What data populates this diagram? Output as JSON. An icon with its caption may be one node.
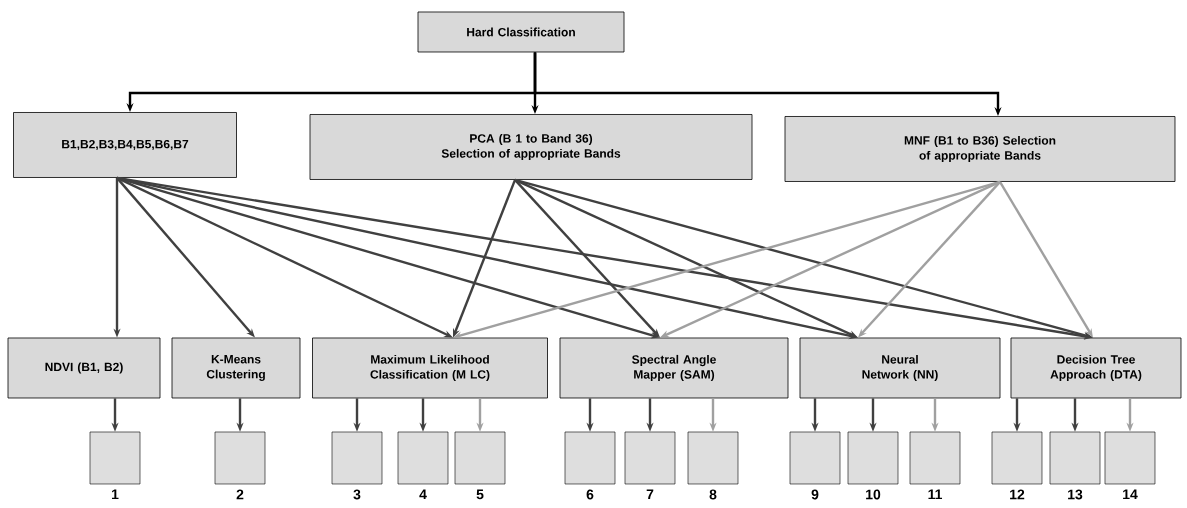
{
  "diagram": {
    "nodes": [
      {
        "text": [
          "Hard Classification"
        ]
      },
      {
        "text": [
          "B1,B2,B3,B4,B5,B6,B7"
        ]
      },
      {
        "text": [
          "PCA (B 1 to Band 36) Selection  of appropriate  Bands"
        ]
      },
      {
        "text": [
          "MNF (B1 to B36) Selection of  appropriate  Bands"
        ]
      },
      {
        "text": [
          "NDVI (B1, B2)"
        ]
      },
      {
        "text": [
          "K-Means Clustering"
        ]
      },
      {
        "text": [
          "Maximum Likelihood Classification (M LC)"
        ]
      },
      {
        "text": [
          "Spectral Angle Mapper (SAM)"
        ]
      },
      {
        "text": [
          "Neural Network (NN)"
        ]
      },
      {
        "text": [
          "Decision Tree Approach (DTA)"
        ]
      },
      {
        "text": [],
        "shape": "box",
        "beside": [
          "1"
        ]
      },
      {
        "text": [],
        "shape": "box",
        "beside": [
          "2"
        ]
      },
      {
        "text": [],
        "shape": "box",
        "beside": [
          "3"
        ]
      },
      {
        "text": [],
        "shape": "box",
        "beside": [
          "4"
        ]
      },
      {
        "text": [],
        "shape": "box",
        "beside": [
          "5"
        ]
      },
      {
        "text": [],
        "shape": "box",
        "beside": [
          "6"
        ]
      },
      {
        "text": [],
        "shape": "box",
        "beside": [
          "7"
        ]
      },
      {
        "text": [],
        "shape": "box",
        "beside": [
          "8"
        ]
      },
      {
        "text": [],
        "shape": "box",
        "beside": [
          "9"
        ]
      },
      {
        "text": [],
        "shape": "box",
        "beside": [
          "10"
        ]
      },
      {
        "text": [],
        "shape": "box",
        "beside": [
          "11"
        ]
      },
      {
        "text": [],
        "shape": "box",
        "beside": [
          "12"
        ]
      },
      {
        "text": [],
        "shape": "box",
        "beside": [
          "13"
        ]
      },
      {
        "text": [],
        "shape": "box",
        "beside": [
          "14"
        ]
      }
    ],
    "edges": [
      {
        "from": 0,
        "to": 1,
        "arrow": "to",
        "color": "#000000"
      },
      {
        "from": 0,
        "to": 2,
        "arrow": "to",
        "color": "#000000"
      },
      {
        "from": 0,
        "to": 3,
        "arrow": "to",
        "color": "#000000"
      },
      {
        "from": 1,
        "to": 4,
        "arrow": "to"
      },
      {
        "from": 1,
        "to": 5,
        "arrow": "to"
      },
      {
        "from": 1,
        "to": 6,
        "arrow": "to"
      },
      {
        "from": 1,
        "to": 7,
        "arrow": "to"
      },
      {
        "from": 1,
        "to": 8,
        "arrow": "to"
      },
      {
        "from": 1,
        "to": 9,
        "arrow": "to"
      },
      {
        "from": 2,
        "to": 6,
        "arrow": "to"
      },
      {
        "from": 2,
        "to": 7,
        "arrow": "to"
      },
      {
        "from": 2,
        "to": 8,
        "arrow": "to"
      },
      {
        "from": 2,
        "to": 9,
        "arrow": "to"
      },
      {
        "from": 3,
        "to": 6,
        "arrow": "to",
        "color": "#a0a0a0"
      },
      {
        "from": 3,
        "to": 7,
        "arrow": "to",
        "color": "#a0a0a0"
      },
      {
        "from": 3,
        "to": 8,
        "arrow": "to",
        "color": "#a0a0a0"
      },
      {
        "from": 3,
        "to": 9,
        "arrow": "to",
        "color": "#a0a0a0"
      },
      {
        "from": 4,
        "to": 10,
        "arrow": "to"
      },
      {
        "from": 5,
        "to": 11,
        "arrow": "to"
      },
      {
        "from": 6,
        "to": 12,
        "arrow": "to"
      },
      {
        "from": 6,
        "to": 13,
        "arrow": "to"
      },
      {
        "from": 6,
        "to": 14,
        "arrow": "to",
        "color": "#a0a0a0"
      },
      {
        "from": 7,
        "to": 15,
        "arrow": "to"
      },
      {
        "from": 7,
        "to": 16,
        "arrow": "to"
      },
      {
        "from": 7,
        "to": 17,
        "arrow": "to",
        "color": "#a0a0a0"
      },
      {
        "from": 8,
        "to": 18,
        "arrow": "to"
      },
      {
        "from": 8,
        "to": 19,
        "arrow": "to"
      },
      {
        "from": 8,
        "to": 20,
        "arrow": "to",
        "color": "#a0a0a0"
      },
      {
        "from": 9,
        "to": 21,
        "arrow": "to"
      },
      {
        "from": 9,
        "to": 22,
        "arrow": "to"
      },
      {
        "from": 9,
        "to": 23,
        "arrow": "to",
        "color": "#a0a0a0"
      }
    ]
  }
}
